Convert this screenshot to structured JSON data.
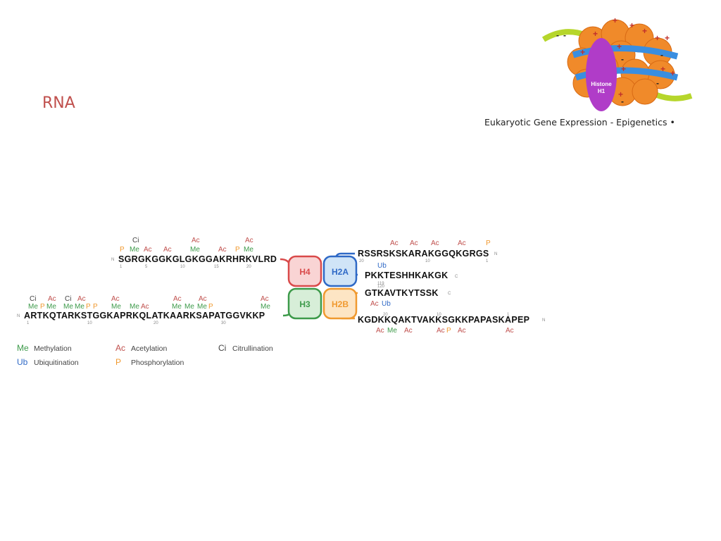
{
  "slide": {
    "title": "RNA",
    "subtitle": "Eukaryotic Gene Expression - Epigenetics  •"
  },
  "histone_graphic": {
    "label_line1": "Histone",
    "label_line2": "H1",
    "core_color": "#f08a2a",
    "h1_color": "#b03cc8",
    "dna_colors": [
      "#3a8ee0",
      "#b6d62b"
    ]
  },
  "core": {
    "h4": "H4",
    "h2a": "H2A",
    "h3": "H3",
    "h2b": "H2B",
    "colors": {
      "h4": "#d94a4a",
      "h2a": "#2f69c6",
      "h3": "#3d9a4a",
      "h2b": "#f0992f"
    }
  },
  "tails": {
    "h4": {
      "mods_top": [
        "Ci",
        "P",
        "Me",
        "Ac",
        "Ac",
        "Ac",
        "Me",
        "Ac",
        "P",
        "Ac",
        "Me"
      ],
      "sequence": "SGRGKGGKGLGKGGAKRHRKVLRD",
      "n_label": "N",
      "numbers": [
        "1",
        "5",
        "10",
        "15",
        "20"
      ]
    },
    "h3": {
      "mods_top": [
        "Ci",
        "Ac",
        "Ci",
        "Ac",
        "Ac",
        "Ac",
        "Ac",
        "Ac"
      ],
      "mods_mid": [
        "Me",
        "P",
        "Me",
        "Me",
        "Me",
        "P",
        "P",
        "Me",
        "Me",
        "Ac",
        "Me",
        "Me",
        "Me",
        "P",
        "Me"
      ],
      "sequence": "ARTKQTARKSTGGKAPRKQLATKAARKSAPATGGVKKP",
      "n_label": "N",
      "numbers": [
        "1",
        "10",
        "20",
        "30"
      ]
    },
    "h2a_n": {
      "mods_top": [
        "Ac",
        "Ac",
        "Ac",
        "Ac",
        "P"
      ],
      "sequence": "RSSRSKSKARAKGGQKGRGS",
      "c_label": "N",
      "numbers": [
        "20",
        "10",
        "1"
      ]
    },
    "h2a_c": {
      "mods_top": [
        "Ub"
      ],
      "sequence": "PKKTESHHKAKGK",
      "c_label": "C",
      "numbers": [
        "119"
      ]
    },
    "h2b_c": {
      "mods_bottom": [
        "Ac",
        "Ub"
      ],
      "sequence": "GTKAVTKYTSSK",
      "c_label": "C",
      "numbers": [
        "120"
      ]
    },
    "h2b_n": {
      "mods_bottom": [
        "Ac",
        "Me",
        "Ac",
        "Ac",
        "P",
        "Ac",
        "Ac"
      ],
      "sequence": "KGDKKQAKTVAKKSGKKPAPASKAPEP",
      "n_label": "N",
      "numbers": [
        "20",
        "10",
        "1"
      ]
    }
  },
  "legend": {
    "me": {
      "abbr": "Me",
      "label": "Methylation",
      "color": "#3d9a4a"
    },
    "ub": {
      "abbr": "Ub",
      "label": "Ubiquitination",
      "color": "#2f69c6"
    },
    "ac": {
      "abbr": "Ac",
      "label": "Acetylation",
      "color": "#c0504d"
    },
    "p": {
      "abbr": "P",
      "label": "Phosphorylation",
      "color": "#f0992f"
    },
    "ci": {
      "abbr": "Ci",
      "label": "Citrullination",
      "color": "#444444"
    }
  }
}
